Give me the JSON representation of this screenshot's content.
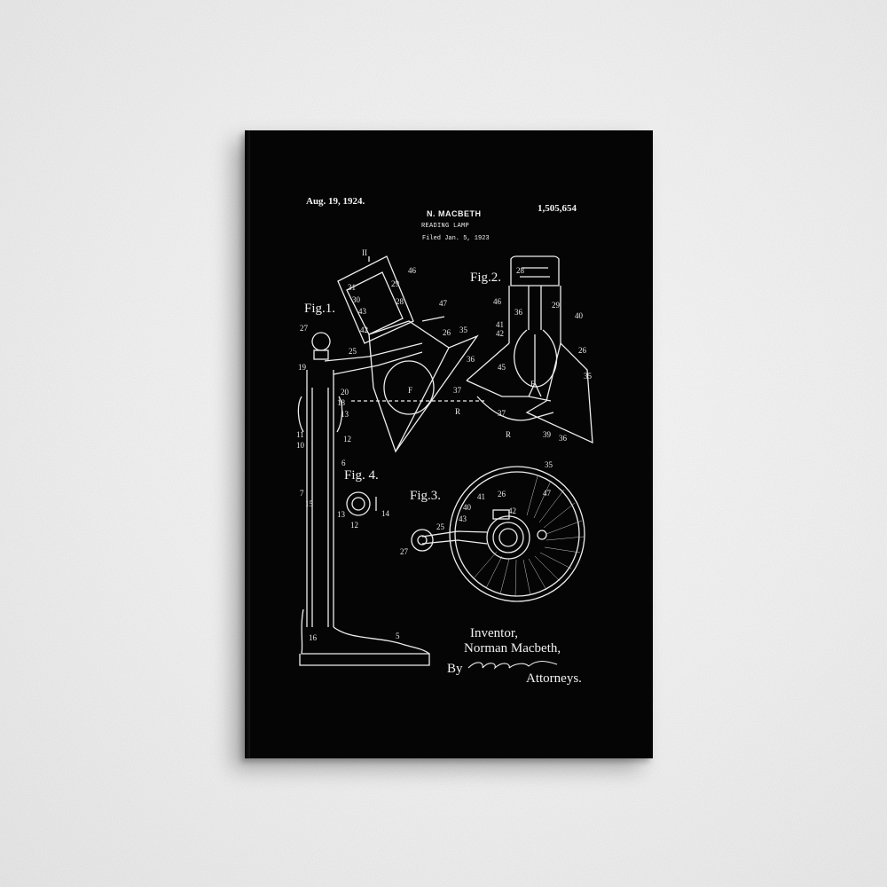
{
  "patent": {
    "date": "Aug. 19, 1924.",
    "number": "1,505,654",
    "inventor_header": "N. MACBETH",
    "title": "READING LAMP",
    "filed": "Filed Jan. 5, 1923"
  },
  "figures": {
    "fig1": "Fig.1.",
    "fig2": "Fig.2.",
    "fig3": "Fig.3.",
    "fig4": "Fig. 4."
  },
  "signature": {
    "inventor_label": "Inventor,",
    "inventor_name": "Norman Macbeth,",
    "by": "By",
    "attorneys": "Attorneys."
  },
  "refs": {
    "r46a": "46",
    "r29a": "29",
    "r31": "31",
    "r30": "30",
    "r43a": "43",
    "r42a": "42",
    "r28a": "28",
    "r47a": "47",
    "r26a": "26",
    "r35a": "35",
    "r36a": "36",
    "r37a": "37",
    "r27a": "27",
    "r25a": "25",
    "r19": "19",
    "r20": "20",
    "r18": "18",
    "r13": "13",
    "r11": "11",
    "r10": "10",
    "r12a": "12",
    "r6": "6",
    "r7": "7",
    "r15": "15",
    "r16": "16",
    "r5": "5",
    "rF1": "F",
    "rR1": "R",
    "rII": "II",
    "r28b": "28",
    "r46b": "46",
    "r36b": "36",
    "r41": "41",
    "r42b": "42",
    "r29b": "29",
    "r40": "40",
    "r45": "45",
    "r26b": "26",
    "r35b": "35",
    "r37b": "37",
    "r39": "39",
    "r36c": "36",
    "rF2": "F",
    "rR2": "R",
    "r35c": "35",
    "r47b": "47",
    "r26c": "26",
    "r40b": "40",
    "r41b": "41",
    "r43b": "43",
    "r25b": "25",
    "r27b": "27",
    "r42c": "42",
    "r13b": "13",
    "r12b": "12",
    "r14": "14"
  },
  "colors": {
    "wall": "#f3f3f3",
    "canvas": "#050505",
    "ink": "#f2f2f2"
  }
}
